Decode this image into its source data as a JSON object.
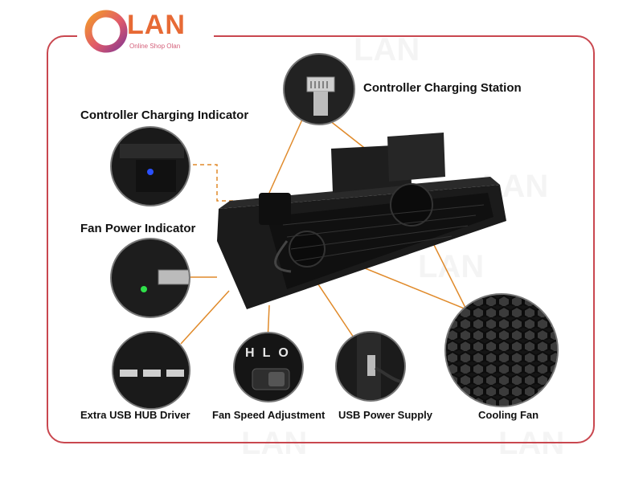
{
  "brand": {
    "logo_text": "LAN",
    "tagline": "Online Shop Olan",
    "colors": {
      "orange": "#e76a35",
      "pink": "#d4607a",
      "frame": "#c9474f",
      "leader": "#e08a2a"
    }
  },
  "labels": {
    "controller_charging_station": "Controller Charging Station",
    "controller_charging_indicator": "Controller Charging Indicator",
    "fan_power_indicator": "Fan Power Indicator",
    "extra_usb_hub": "Extra USB HUB Driver",
    "fan_speed_adjustment": "Fan Speed Adjustment",
    "usb_power_supply": "USB Power Supply",
    "cooling_fan": "Cooling Fan"
  },
  "switch_letters": [
    "H",
    "L",
    "O"
  ],
  "watermark": "LAN"
}
